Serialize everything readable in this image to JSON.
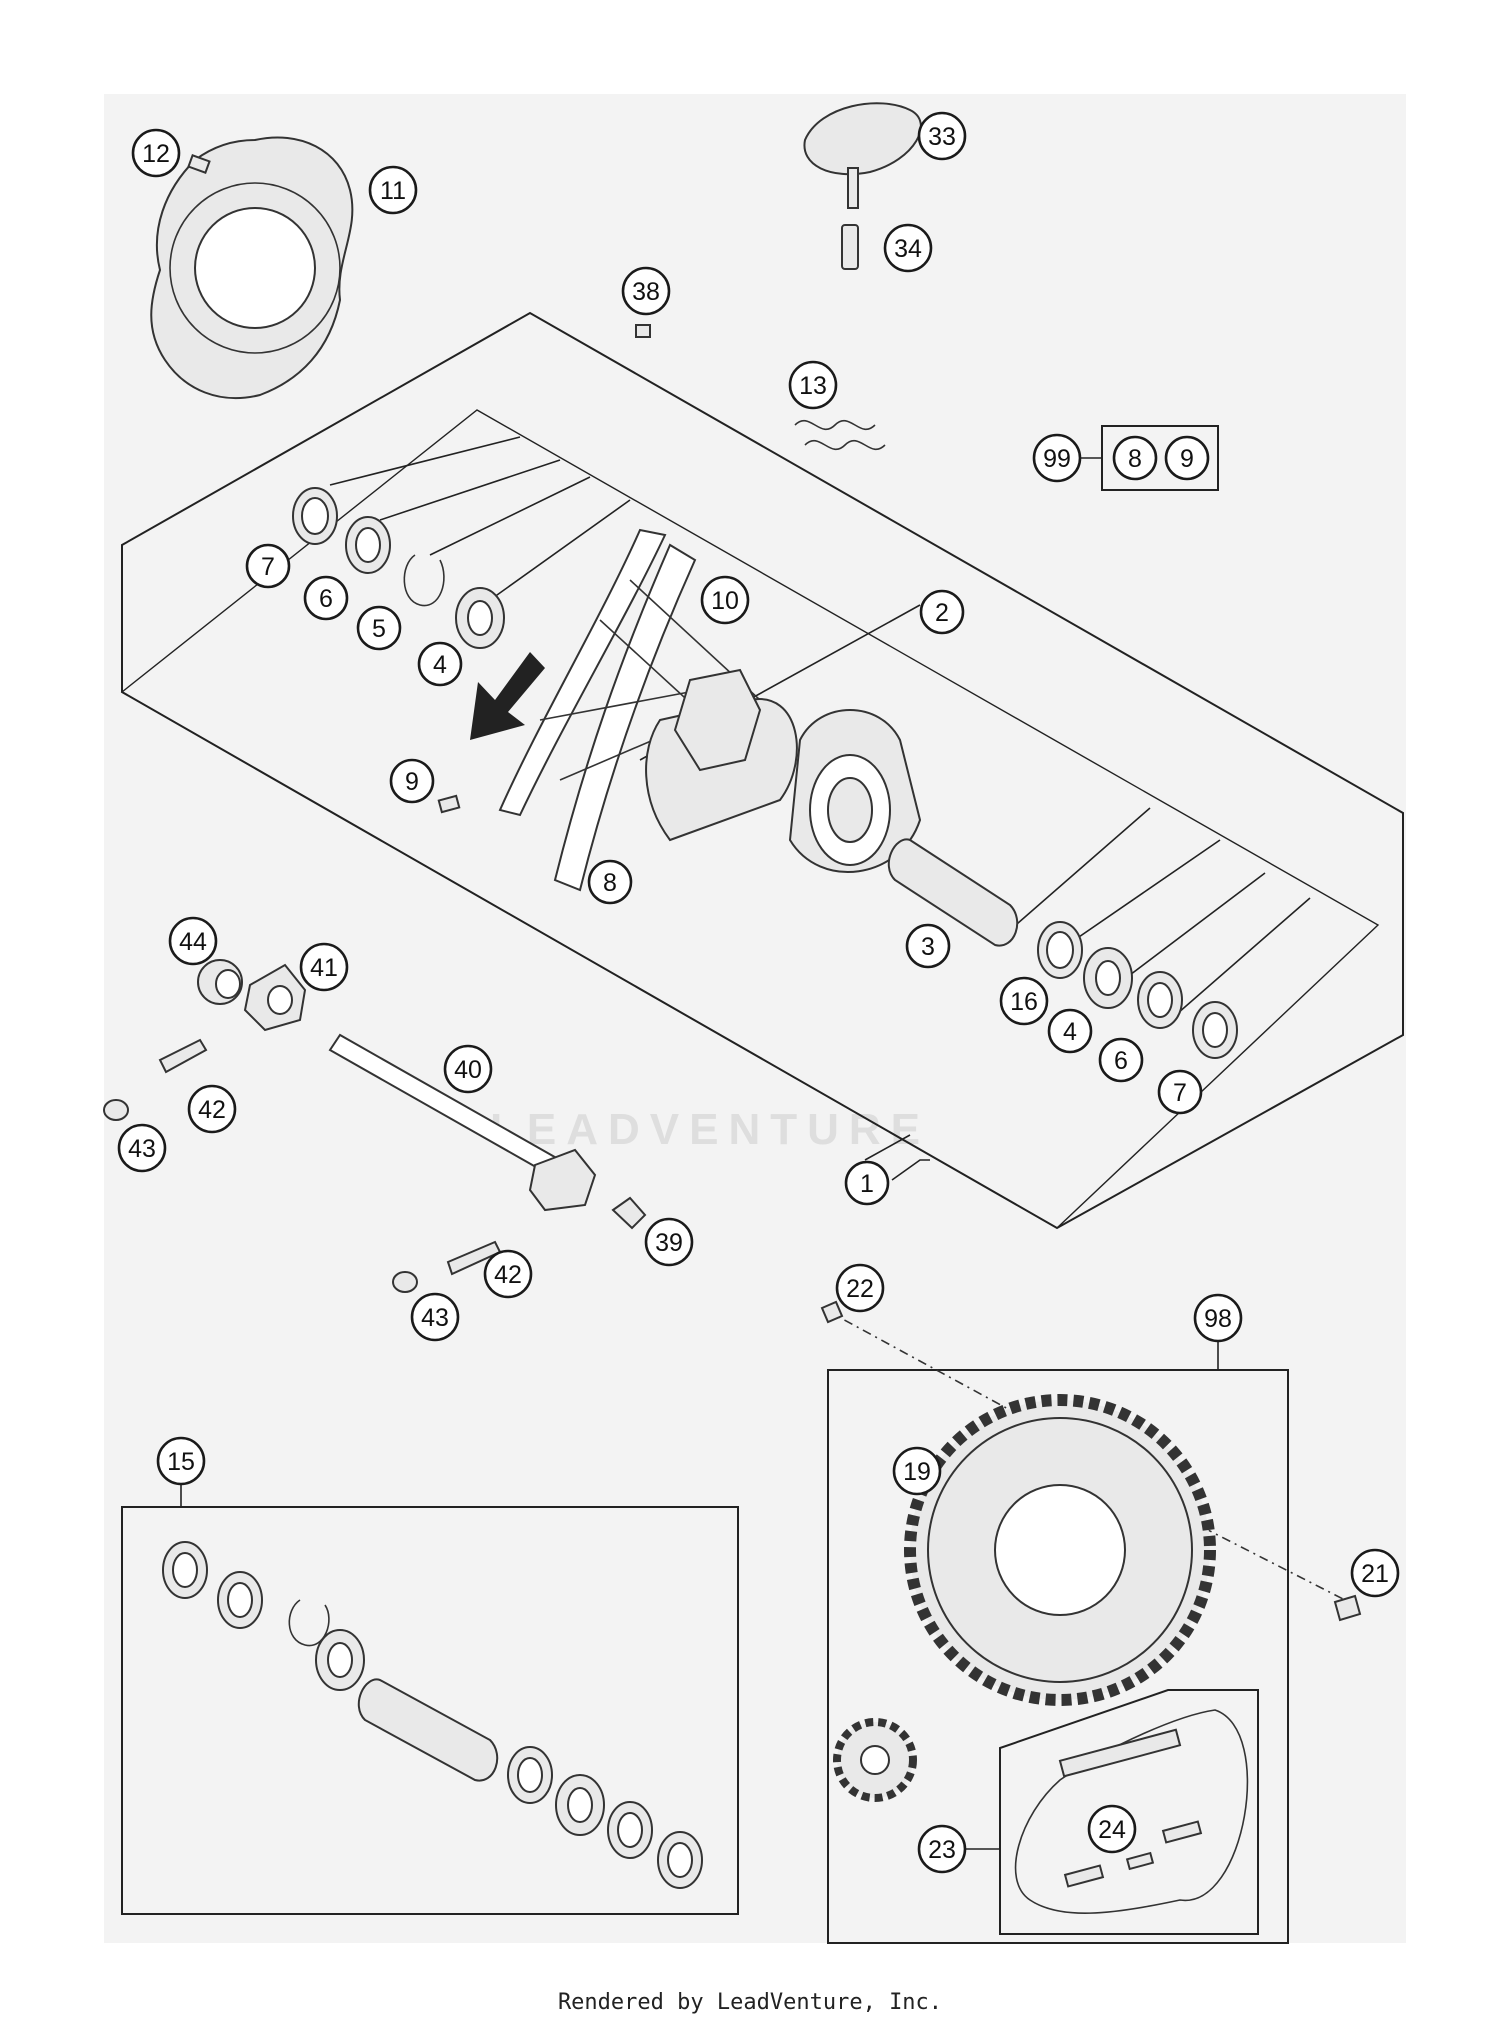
{
  "footer": "Rendered by LeadVenture, Inc.",
  "watermark": "LEADVENTURE",
  "callouts": [
    {
      "id": "c12",
      "label": "12"
    },
    {
      "id": "c11",
      "label": "11"
    },
    {
      "id": "c33",
      "label": "33"
    },
    {
      "id": "c34",
      "label": "34"
    },
    {
      "id": "c38",
      "label": "38"
    },
    {
      "id": "c13",
      "label": "13"
    },
    {
      "id": "c99",
      "label": "99"
    },
    {
      "id": "c99a",
      "label": "8"
    },
    {
      "id": "c99b",
      "label": "9"
    },
    {
      "id": "c7a",
      "label": "7"
    },
    {
      "id": "c6a",
      "label": "6"
    },
    {
      "id": "c5",
      "label": "5"
    },
    {
      "id": "c4a",
      "label": "4"
    },
    {
      "id": "c10",
      "label": "10"
    },
    {
      "id": "c2",
      "label": "2"
    },
    {
      "id": "c9",
      "label": "9"
    },
    {
      "id": "c8",
      "label": "8"
    },
    {
      "id": "c3",
      "label": "3"
    },
    {
      "id": "c16",
      "label": "16"
    },
    {
      "id": "c4b",
      "label": "4"
    },
    {
      "id": "c6b",
      "label": "6"
    },
    {
      "id": "c7b",
      "label": "7"
    },
    {
      "id": "c44",
      "label": "44"
    },
    {
      "id": "c41",
      "label": "41"
    },
    {
      "id": "c40",
      "label": "40"
    },
    {
      "id": "c42a",
      "label": "42"
    },
    {
      "id": "c43a",
      "label": "43"
    },
    {
      "id": "c1",
      "label": "1"
    },
    {
      "id": "c39",
      "label": "39"
    },
    {
      "id": "c42b",
      "label": "42"
    },
    {
      "id": "c43b",
      "label": "43"
    },
    {
      "id": "c22",
      "label": "22"
    },
    {
      "id": "c98",
      "label": "98"
    },
    {
      "id": "c15",
      "label": "15"
    },
    {
      "id": "c19",
      "label": "19"
    },
    {
      "id": "c21",
      "label": "21"
    },
    {
      "id": "c24",
      "label": "24"
    },
    {
      "id": "c23",
      "label": "23"
    }
  ]
}
